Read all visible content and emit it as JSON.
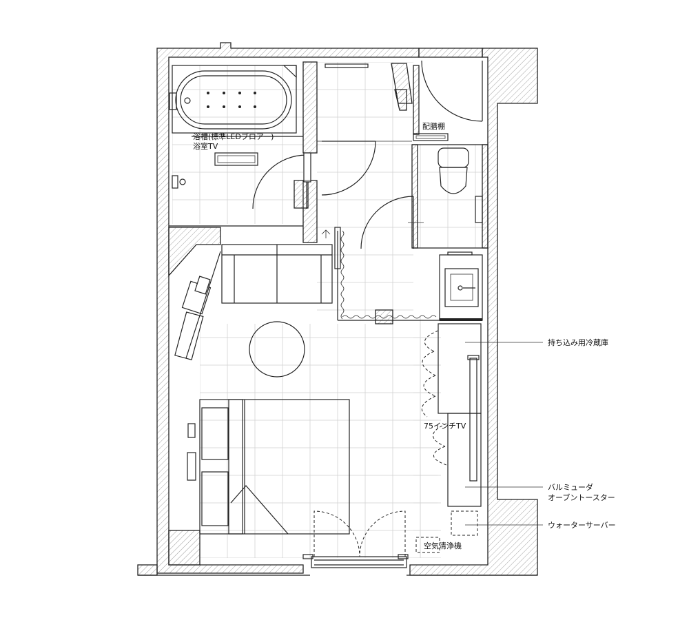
{
  "labels": {
    "bathtub": "浴槽(標準LEDブロアー)",
    "bath_tv": "浴室TV",
    "pantry": "配膳棚",
    "fridge": "持ち込み用冷蔵庫",
    "tv": "75インチTV",
    "toaster_line1": "バルミューダ",
    "toaster_line2": "オーブントースター",
    "water_server": "ウォーターサーバー",
    "air_purifier": "空気清浄機"
  }
}
